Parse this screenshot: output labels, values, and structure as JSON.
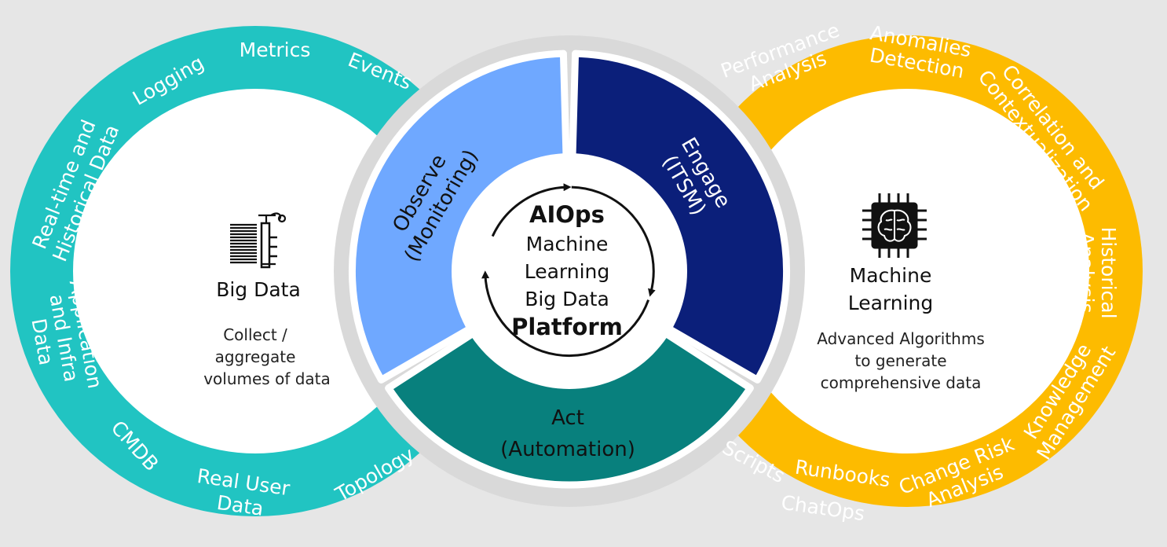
{
  "colors": {
    "background": "#e6e6e6",
    "teal": "#21c4c2",
    "yellow": "#fdbb00",
    "hub_ring": "#d9d9d9",
    "observe": "#6fa8ff",
    "engage": "#0b1f7a",
    "act": "#08807d",
    "white": "#ffffff",
    "dark": "#111111"
  },
  "left_circle": {
    "title": "Big Data",
    "description": [
      "Collect /",
      "aggregate",
      "volumes of data"
    ],
    "icon": "data-press-icon",
    "ring_labels": [
      {
        "id": "real-time",
        "lines": [
          "Real-time and",
          "Historical Data"
        ]
      },
      {
        "id": "logging",
        "lines": [
          "Logging"
        ]
      },
      {
        "id": "metrics",
        "lines": [
          "Metrics"
        ]
      },
      {
        "id": "events",
        "lines": [
          "Events"
        ]
      },
      {
        "id": "application",
        "lines": [
          "Application",
          "and Infra",
          "Data"
        ]
      },
      {
        "id": "cmdb",
        "lines": [
          "CMDB"
        ]
      },
      {
        "id": "real-user",
        "lines": [
          "Real User",
          "Data"
        ]
      },
      {
        "id": "topology",
        "lines": [
          "Topology"
        ]
      }
    ]
  },
  "right_circle": {
    "title": [
      "Machine",
      "Learning"
    ],
    "description": [
      "Advanced Algorithms",
      "to generate",
      "comprehensive data"
    ],
    "icon": "brain-chip-icon",
    "ring_labels": [
      {
        "id": "performance",
        "lines": [
          "Performance",
          "Analysis"
        ]
      },
      {
        "id": "anomalies",
        "lines": [
          "Anomalies",
          "Detection"
        ]
      },
      {
        "id": "correlation",
        "lines": [
          "Correlation and",
          "Contextualization"
        ]
      },
      {
        "id": "historical",
        "lines": [
          "Historical",
          "Analysis"
        ]
      },
      {
        "id": "knowledge",
        "lines": [
          "Knowledge",
          "Management"
        ]
      },
      {
        "id": "change-risk",
        "lines": [
          "Change Risk",
          "Analysis"
        ]
      },
      {
        "id": "runbooks",
        "lines": [
          "Runbooks"
        ]
      },
      {
        "id": "chatops",
        "lines": [
          "ChatOps"
        ]
      },
      {
        "id": "scripts",
        "lines": [
          "Scripts"
        ]
      }
    ]
  },
  "hub": {
    "segments": [
      {
        "id": "observe",
        "lines": [
          "Observe",
          "(Monitoring)"
        ]
      },
      {
        "id": "engage",
        "lines": [
          "Engage",
          "(ITSM)"
        ]
      },
      {
        "id": "act",
        "lines": [
          "Act",
          "(Automation)"
        ]
      }
    ],
    "center_lines": [
      "AIOps",
      "Machine",
      "Learning",
      "Big Data",
      "Platform"
    ],
    "cycle_icon": "cycle-arrows-icon"
  }
}
